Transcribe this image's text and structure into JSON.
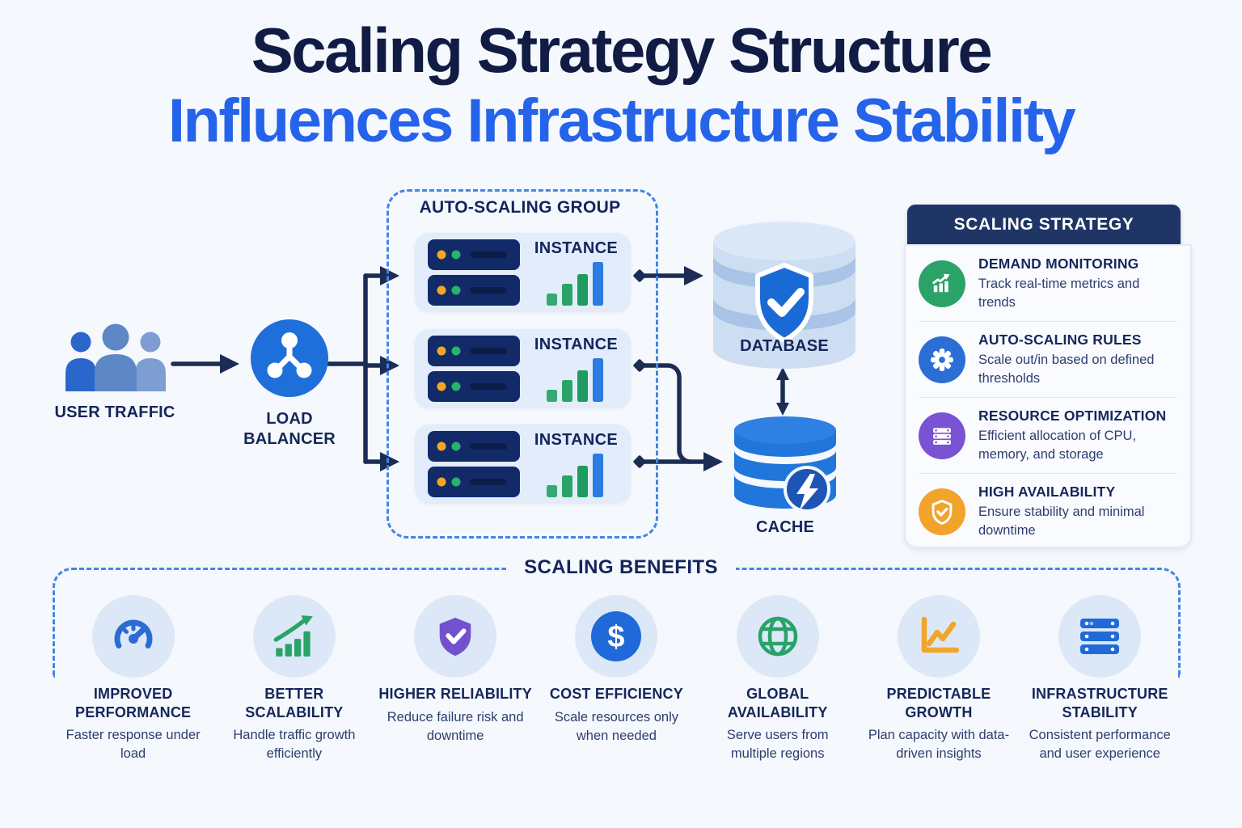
{
  "title": {
    "line1": "Scaling Strategy Structure",
    "line2": "Influences Infrastructure Stability"
  },
  "flow": {
    "user_traffic_label": "USER TRAFFIC",
    "load_balancer_label": "LOAD BALANCER",
    "group_title": "AUTO-SCALING GROUP",
    "instances": [
      {
        "label": "INSTANCE"
      },
      {
        "label": "INSTANCE"
      },
      {
        "label": "INSTANCE"
      }
    ],
    "database_label": "DATABASE",
    "cache_label": "CACHE"
  },
  "strategy_panel": {
    "header": "SCALING STRATEGY",
    "items": [
      {
        "icon": "trend-arrow-bars",
        "title": "DEMAND MONITORING",
        "desc": "Track real-time metrics and trends"
      },
      {
        "icon": "gear",
        "title": "AUTO-SCALING RULES",
        "desc": "Scale out/in based on defined thresholds"
      },
      {
        "icon": "server-stack",
        "title": "RESOURCE OPTIMIZATION",
        "desc": "Efficient allocation of CPU, memory, and storage"
      },
      {
        "icon": "shield-check",
        "title": "HIGH AVAILABILITY",
        "desc": "Ensure stability and minimal downtime"
      }
    ]
  },
  "benefits": {
    "header": "SCALING BENEFITS",
    "items": [
      {
        "icon": "gauge",
        "title": "IMPROVED PERFORMANCE",
        "desc": "Faster response under load"
      },
      {
        "icon": "growth-bars",
        "title": "BETTER SCALABILITY",
        "desc": "Handle traffic growth efficiently"
      },
      {
        "icon": "shield-check",
        "title": "HIGHER RELIABILITY",
        "desc": "Reduce failure risk and downtime"
      },
      {
        "icon": "dollar-circle",
        "title": "COST EFFICIENCY",
        "desc": "Scale resources only when needed",
        "glyph": "$"
      },
      {
        "icon": "globe",
        "title": "GLOBAL AVAILABILITY",
        "desc": "Serve users from multiple regions"
      },
      {
        "icon": "line-chart",
        "title": "PREDICTABLE GROWTH",
        "desc": "Plan capacity with data-driven insights"
      },
      {
        "icon": "server-rack",
        "title": "INFRASTRUCTURE STABILITY",
        "desc": "Consistent performance and user experience"
      }
    ]
  },
  "colors": {
    "canvas": "#f5f8fc",
    "title_navy": "#111c44",
    "title_blue": "#2563eb",
    "label_navy": "#13255c",
    "connector": "#1b2d55",
    "dashed_border": "#4285e8",
    "instance_card_bg": "#e2ecfa",
    "server_navy": "#132a68",
    "green": "#2aa368",
    "blue_icon": "#2b6fd6",
    "purple": "#7a52d4",
    "orange": "#f2a32b",
    "benefit_circle_bg": "#dce8f7",
    "database_fill": "#cddef2",
    "cache_blue": "#2176dc"
  }
}
